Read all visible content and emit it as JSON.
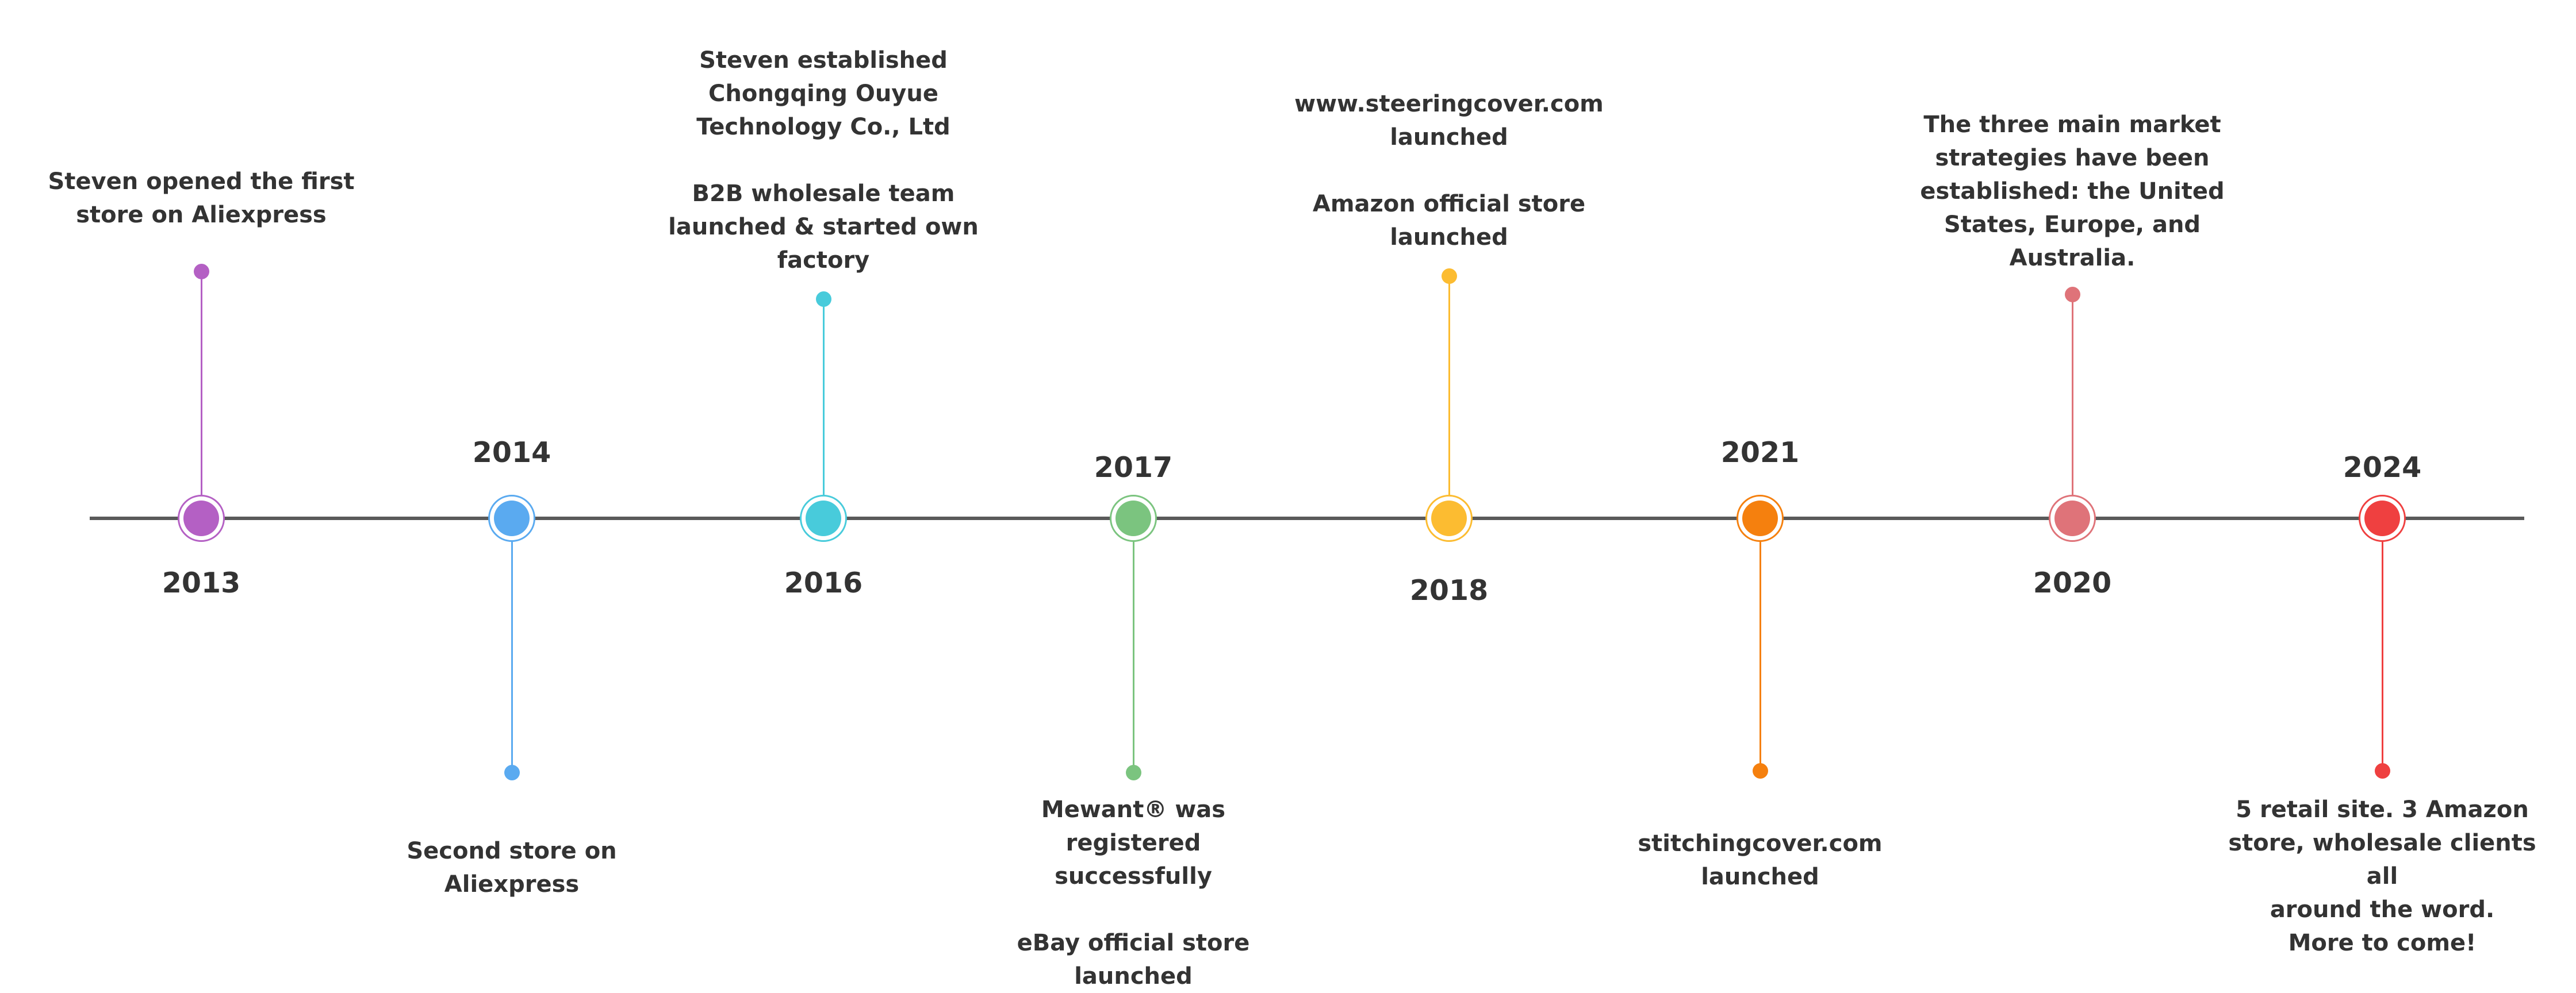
{
  "colors": {
    "axis": "#5a5a5a",
    "text": "#333333"
  },
  "milestones": [
    {
      "year": "2013",
      "color": "#b460c4",
      "lines": [
        "Steven opened the first",
        "store on Aliexpress"
      ]
    },
    {
      "year": "2014",
      "color": "#5aaaf0",
      "lines": [
        "Second store on Aliexpress"
      ]
    },
    {
      "year": "2016",
      "color": "#48cbdb",
      "lines": [
        "Steven established",
        "Chongqing Ouyue",
        "Technology Co., Ltd",
        "",
        "B2B wholesale team",
        "launched & started own",
        "factory"
      ]
    },
    {
      "year": "2017",
      "color": "#7bc47f",
      "lines": [
        "Mewant® was registered",
        "successfully",
        "",
        "eBay official store launched"
      ]
    },
    {
      "year": "2018",
      "color": "#fcbc31",
      "lines": [
        "www.steeringcover.com",
        "launched",
        "",
        "Amazon official store",
        "launched"
      ]
    },
    {
      "year": "2021",
      "color": "#f5800e",
      "lines": [
        "stitchingcover.com",
        "launched"
      ]
    },
    {
      "year": "2020",
      "color": "#df7379",
      "lines": [
        "The three main market",
        "strategies have been",
        "established: the United",
        "States, Europe, and",
        "Australia."
      ]
    },
    {
      "year": "2024",
      "color": "#ef4040",
      "lines": [
        "5 retail site. 3 Amazon",
        "store, wholesale clients all",
        "around the word.",
        "More to come!"
      ]
    }
  ]
}
